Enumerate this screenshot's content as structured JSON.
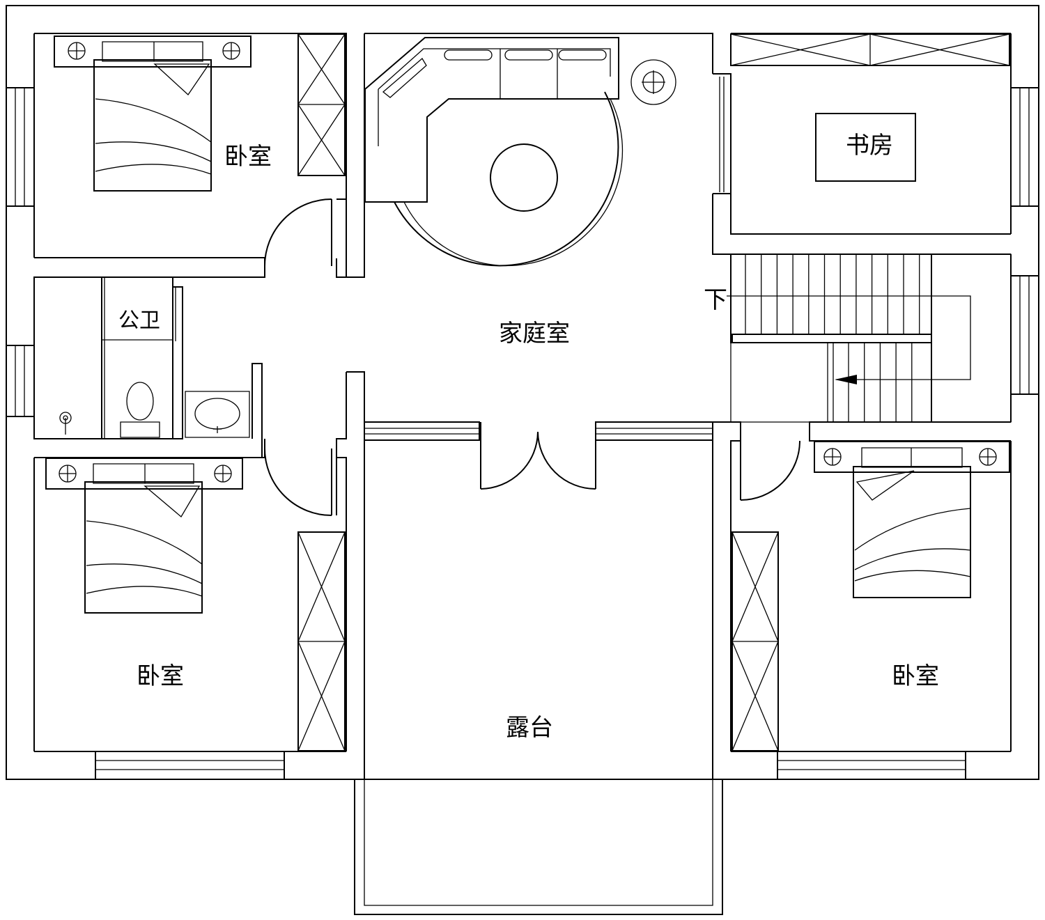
{
  "rooms": {
    "bedroom_top_left": "卧室",
    "bathroom": "公卫",
    "family_room": "家庭室",
    "study": "书房",
    "stairs_down": "下",
    "bedroom_bottom_left": "卧室",
    "terrace": "露台",
    "bedroom_bottom_right": "卧室"
  }
}
